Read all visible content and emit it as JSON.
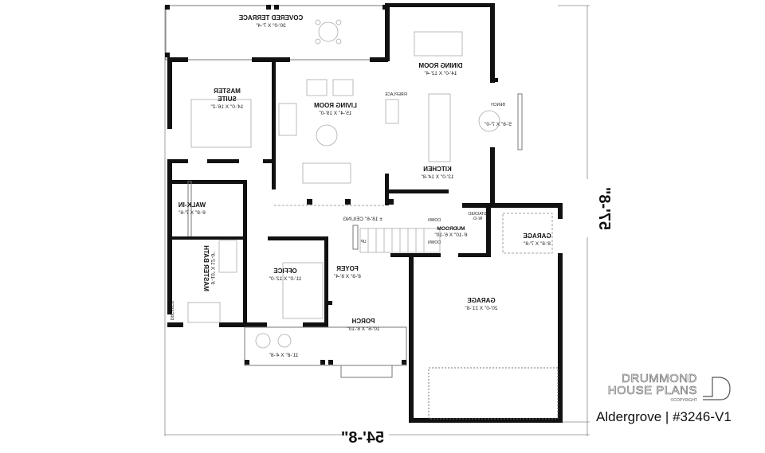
{
  "plan": {
    "rooms": {
      "terrace": {
        "name": "COVERED TERRACE",
        "size": "30'-0\" X 7'-4\""
      },
      "master_suite": {
        "name1": "MASTER",
        "name2": "SUITE",
        "size": "14'-0\" X 16'-2\""
      },
      "living": {
        "name": "LIVING ROOM",
        "size": "15'-4\" X 19'-0\""
      },
      "fireplace": {
        "name": "FIREPLACE"
      },
      "dining": {
        "name": "DINING ROOM",
        "size": "14'-0\" X 12'-4\""
      },
      "bench": {
        "name": "BENCH",
        "size": "5'-8\" X 7'-0\""
      },
      "kitchen": {
        "name": "KITCHEN",
        "size": "12'-0\" X 14'-8\""
      },
      "walkin": {
        "name": "WALK-IN",
        "size": "6'-8\" X 7'-6\""
      },
      "master_bath": {
        "name": "MASTER BATH",
        "size": "9'-10\" X 12'-0\""
      },
      "office": {
        "name": "OFFICE",
        "size": "11'-0\" X 12'-0\""
      },
      "ceiling": {
        "name": "± 18'-6\" CEILING"
      },
      "mudroom": {
        "name": "MUDROOM",
        "size": "6'-10\" X 6'-10\""
      },
      "stacked": {
        "name1": "STACKED",
        "name2": "W.-D."
      },
      "foyer": {
        "name": "FOYER",
        "size": "8'-8\" X 8'-4\""
      },
      "garage_small": {
        "name": "GARAGE",
        "size": "8'-8\" X 7'-8\""
      },
      "garage": {
        "name": "GARAGE",
        "size": "20'-0\" X 21'-8\""
      },
      "porch": {
        "name": "PORCH",
        "size": "10'-6\" X 8'-10\""
      },
      "side_porch": {
        "size": "11'-8\" X 4'-8\""
      },
      "stairs": {
        "up": "UP",
        "down1": "DOWN",
        "down2": "DOWN"
      },
      "dresser": {
        "name": "DRESSER"
      }
    },
    "dimensions": {
      "width": "54'-8\"",
      "depth": "57'-8\""
    }
  },
  "branding": {
    "line1": "DRUMMOND",
    "line2": "HOUSE PLANS",
    "copyright": "©COPYRIGHT",
    "caption": "Aldergrove | #3246-V1"
  }
}
